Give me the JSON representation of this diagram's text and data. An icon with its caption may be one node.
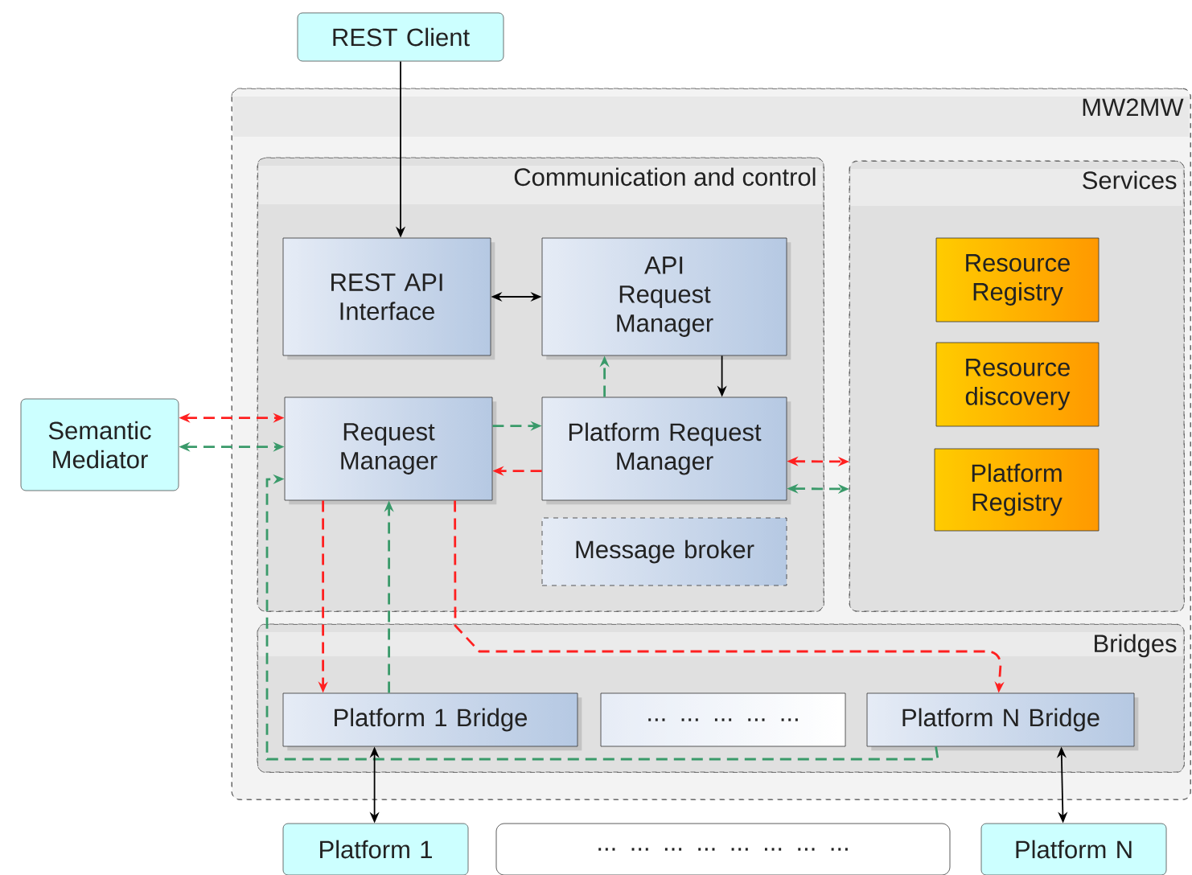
{
  "diagram": {
    "nodes": [
      {
        "text": [
          "REST Client"
        ]
      },
      {
        "text": [
          "MW2MW"
        ]
      },
      {
        "text": [
          "Communication and control"
        ],
        "in": 1
      },
      {
        "text": [
          "Services"
        ],
        "in": 1
      },
      {
        "text": [
          "Bridges"
        ],
        "in": 1
      },
      {
        "text": [
          "Semantic Mediator"
        ]
      },
      {
        "text": [
          "REST API Interface"
        ],
        "in": 2
      },
      {
        "text": [
          "API Request Manager"
        ],
        "in": 2
      },
      {
        "text": [
          "Request Manager"
        ],
        "in": 2
      },
      {
        "text": [
          "Platform Request Manager"
        ],
        "in": 2
      },
      {
        "text": [
          "Message broker"
        ],
        "in": 2
      },
      {
        "text": [
          "Resource Registry"
        ],
        "in": 3
      },
      {
        "text": [
          "Resource discovery"
        ],
        "in": 3
      },
      {
        "text": [
          "Platform Registry"
        ],
        "in": 3
      },
      {
        "text": [
          "Platform 1 Bridge"
        ],
        "in": 4
      },
      {
        "text": [
          "... ... ... ... ..."
        ],
        "in": 4
      },
      {
        "text": [
          "Platform N Bridge"
        ],
        "in": 4
      },
      {
        "text": [
          "Platform 1"
        ]
      },
      {
        "text": [
          "... ... ... ... ... ... ... ..."
        ]
      },
      {
        "text": [
          "Platform N"
        ]
      }
    ],
    "edges": [
      {
        "from": 0,
        "to": 6,
        "arrow": "to",
        "color": "#000000"
      },
      {
        "from": 6,
        "to": 7,
        "arrow": "both",
        "color": "#000000"
      },
      {
        "from": 7,
        "to": 9,
        "arrow": "to",
        "color": "#000000"
      },
      {
        "from": 9,
        "to": 7,
        "arrow": "to",
        "style": "dashed",
        "color": "#3a9a6a"
      },
      {
        "from": 8,
        "to": 9,
        "arrow": "to",
        "style": "dashed",
        "color": "#3a9a6a"
      },
      {
        "from": 9,
        "to": 8,
        "arrow": "to",
        "style": "dashed",
        "color": "#ff2020"
      },
      {
        "from": 5,
        "to": 8,
        "arrow": "both",
        "style": "dashed",
        "color": "#ff2020"
      },
      {
        "from": 5,
        "to": 8,
        "arrow": "both",
        "style": "dashed",
        "color": "#3a9a6a"
      },
      {
        "from": 9,
        "to": 3,
        "arrow": "both",
        "style": "dashed",
        "color": "#ff2020"
      },
      {
        "from": 9,
        "to": 3,
        "arrow": "both",
        "style": "dashed",
        "color": "#3a9a6a"
      },
      {
        "from": 8,
        "to": 14,
        "arrow": "to",
        "style": "dashed",
        "color": "#ff2020"
      },
      {
        "from": 14,
        "to": 8,
        "arrow": "to",
        "style": "dashed",
        "color": "#3a9a6a"
      },
      {
        "from": 8,
        "to": 16,
        "arrow": "to",
        "style": "dashed",
        "color": "#ff2020"
      },
      {
        "from": 16,
        "to": 8,
        "arrow": "to",
        "style": "dashed",
        "color": "#3a9a6a"
      },
      {
        "from": 14,
        "to": 17,
        "arrow": "both",
        "color": "#000000"
      },
      {
        "from": 16,
        "to": 19,
        "arrow": "both",
        "color": "#000000"
      }
    ]
  }
}
